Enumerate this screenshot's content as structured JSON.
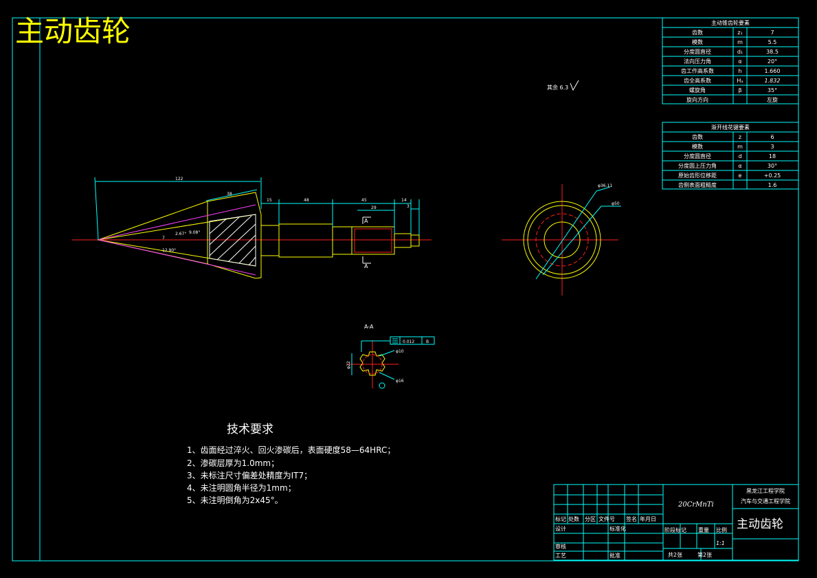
{
  "title": "主动齿轮",
  "gear_params": {
    "header": "主动锥齿轮要素",
    "rows": [
      [
        "齿数",
        "z₁",
        "7"
      ],
      [
        "模数",
        "m",
        "5.5"
      ],
      [
        "分度圆直径",
        "d₁",
        "38.5"
      ],
      [
        "法向压力角",
        "α",
        "20°"
      ],
      [
        "齿工作高系数",
        "h",
        "1.660"
      ],
      [
        "齿全高系数",
        "Hₐ",
        "1.832"
      ],
      [
        "螺旋角",
        "β",
        "35°"
      ],
      [
        "旋向方向",
        "",
        "左旋"
      ]
    ]
  },
  "spline_params": {
    "header": "渐开线花键要素",
    "rows": [
      [
        "齿数",
        "z",
        "6"
      ],
      [
        "模数",
        "m",
        "3"
      ],
      [
        "分度圆直径",
        "d",
        "18"
      ],
      [
        "分度圆上压力角",
        "α",
        "30°"
      ],
      [
        "原始齿形位移距",
        "e",
        "+0.25"
      ],
      [
        "齿侧表面粗糙度",
        "",
        "1.6"
      ]
    ]
  },
  "roughness_note": "其余 6.3",
  "dimensions": {
    "d122": "122",
    "d38": "38",
    "d15": "15",
    "d48": "48",
    "d45": "45",
    "d29": "29",
    "d14": "14",
    "d3": "3",
    "ang1": "2.67°",
    "ang2": "9.08°",
    "ang3": "12.90°",
    "ang4": "7",
    "phi_a": "φ36.11",
    "phi_b": "φ50",
    "phi_10": "φ10",
    "phi_16": "φ16",
    "phi_22": "φ22",
    "section_a": "A",
    "section_label": "A-A",
    "tol_value": "0.012",
    "tol_datum": "B"
  },
  "tech_req": {
    "heading": "技术要求",
    "items": [
      "1、齿面经过淬火、回火渗碳后，表面硬度58—64HRC；",
      "2、渗碳层厚为1.0mm；",
      "3、未标注尺寸偏差处精度为IT7；",
      "4、未注明圆角半径为1mm；",
      "5、未注明倒角为2x45°。"
    ]
  },
  "title_block": {
    "material": "20CrMnTi",
    "school1": "黑龙江工程学院",
    "school2": "汽车与交通工程学院",
    "part_name": "主动齿轮",
    "row_labels": [
      "标记",
      "处数",
      "分区",
      "文件号",
      "签名",
      "年月日"
    ],
    "design": "设计",
    "standardize": "标准化",
    "stage_mark": "阶段标记",
    "weight": "重量",
    "scale": "比例",
    "scale_value": "1:1",
    "review": "审核",
    "process": "工艺",
    "approve": "批准",
    "sheets_total": "共2张",
    "sheet_no": "第2张"
  }
}
